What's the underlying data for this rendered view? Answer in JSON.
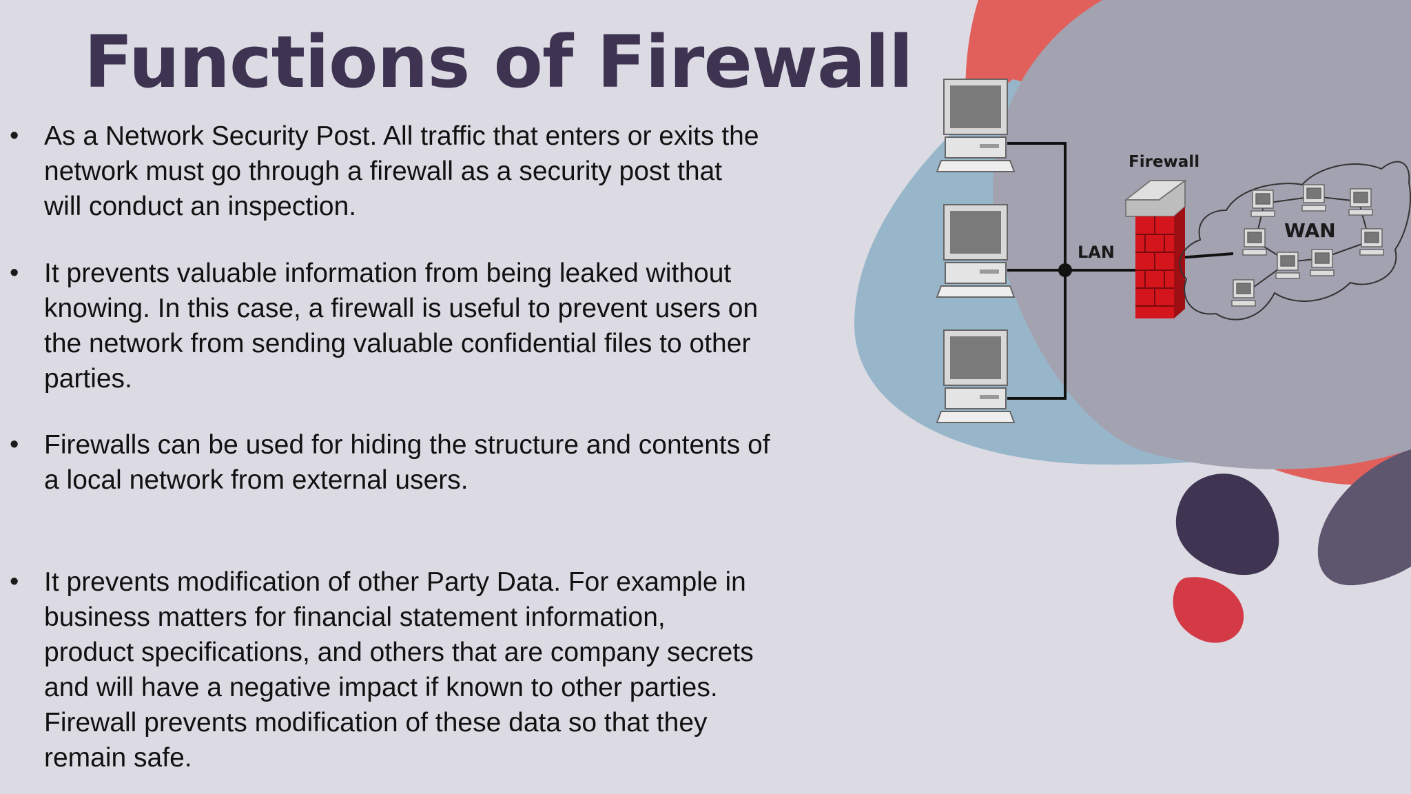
{
  "slide": {
    "title": "Functions of Firewall",
    "bullets": [
      {
        "lines": [
          "As a Network Security Post. All traffic that enters or exits the",
          "network must go through a firewall as a security post that",
          "will conduct an inspection."
        ]
      },
      {
        "lines": [
          "It prevents valuable information from being leaked without",
          "knowing. In this case, a firewall is useful to prevent users on",
          "the network from sending valuable confidential files to other",
          "parties."
        ]
      },
      {
        "lines": [
          "Firewalls can be used for hiding the structure and contents of",
          "a local network from external users."
        ]
      },
      {
        "lines": [
          "It prevents modification of other Party Data. For example in",
          "business matters for financial statement information,",
          "product specifications, and others that are company secrets",
          "and will have a negative impact if known to other parties.",
          "Firewall prevents modification of these data so that they",
          "remain safe."
        ]
      }
    ]
  },
  "diagram": {
    "firewall_label": "Firewall",
    "lan_label": "LAN",
    "wan_label": "WAN"
  },
  "colors": {
    "background": "#dcdbe3",
    "title": "#3e3452",
    "blob_coral": "#e2605c",
    "blob_blue": "#97b6c9",
    "blob_gray": "#a3a2b0",
    "blob_dark_purple": "#3f3552",
    "blob_red": "#d33a46",
    "firewall_red": "#d4161c"
  }
}
